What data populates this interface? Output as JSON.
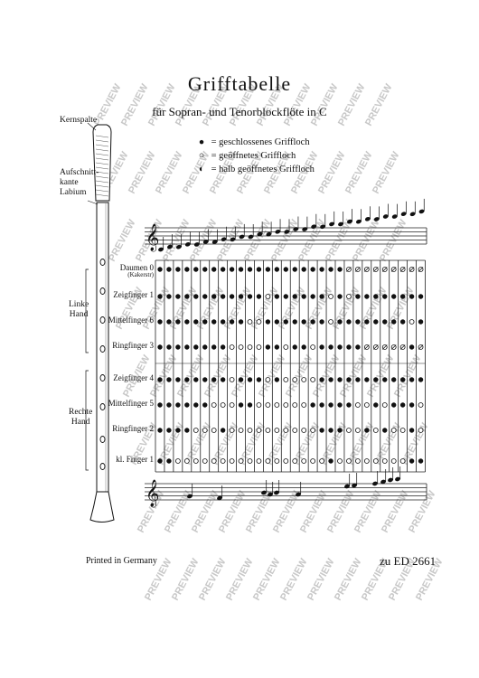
{
  "title": "Grifftabelle",
  "subtitle": "für Sopran- und Tenorblockflöte in C",
  "legend": [
    {
      "symbol": "●",
      "text": "geschlossenes Griffloch"
    },
    {
      "symbol": "○",
      "text": "geöffnetes Griffloch"
    },
    {
      "symbol": "◐",
      "text": "halb geöffnetes Griffloch"
    }
  ],
  "recorder_parts": {
    "kernspalte": "Kernspalte",
    "aufschnitt": "Aufschnitt-\nkante\nLabium"
  },
  "hands": {
    "left": "Linke\nHand",
    "right": "Rechte\nHand"
  },
  "fingers": [
    {
      "label": "Daumen",
      "sub": "(Kakerstr)",
      "number": "0"
    },
    {
      "label": "Zeigfinger",
      "sub": "",
      "number": "1"
    },
    {
      "label": "Mittelfinger",
      "sub": "",
      "number": "6"
    },
    {
      "label": "Ringfinger",
      "sub": "",
      "number": "3"
    },
    {
      "label": "Zeigfinger",
      "sub": "",
      "number": "4"
    },
    {
      "label": "Mittelfinger",
      "sub": "",
      "number": "5"
    },
    {
      "label": "Ringfinger",
      "sub": "",
      "number": "2"
    },
    {
      "label": "kl. Finger",
      "sub": "",
      "number": "1"
    }
  ],
  "fingering_rows": [
    "ccccccccccccccccccccchhhhhhhhh",
    "ccccccccccccoccccccococccccccc",
    "ccccccccccoocccccccoccccccccoc",
    "ccccccccooooccoccoccccchhhhhch",
    "ccccccccocccocoooocccccccccccc",
    "ccccccoooccoooooocccccoococcco",
    "ccccooocoooooooooocccoococooco",
    "ccooooooooooooooooocoooooooocc"
  ],
  "footer_left": "Printed in Germany",
  "footer_right": "zu ED 2661",
  "watermark": "PREVIEW"
}
